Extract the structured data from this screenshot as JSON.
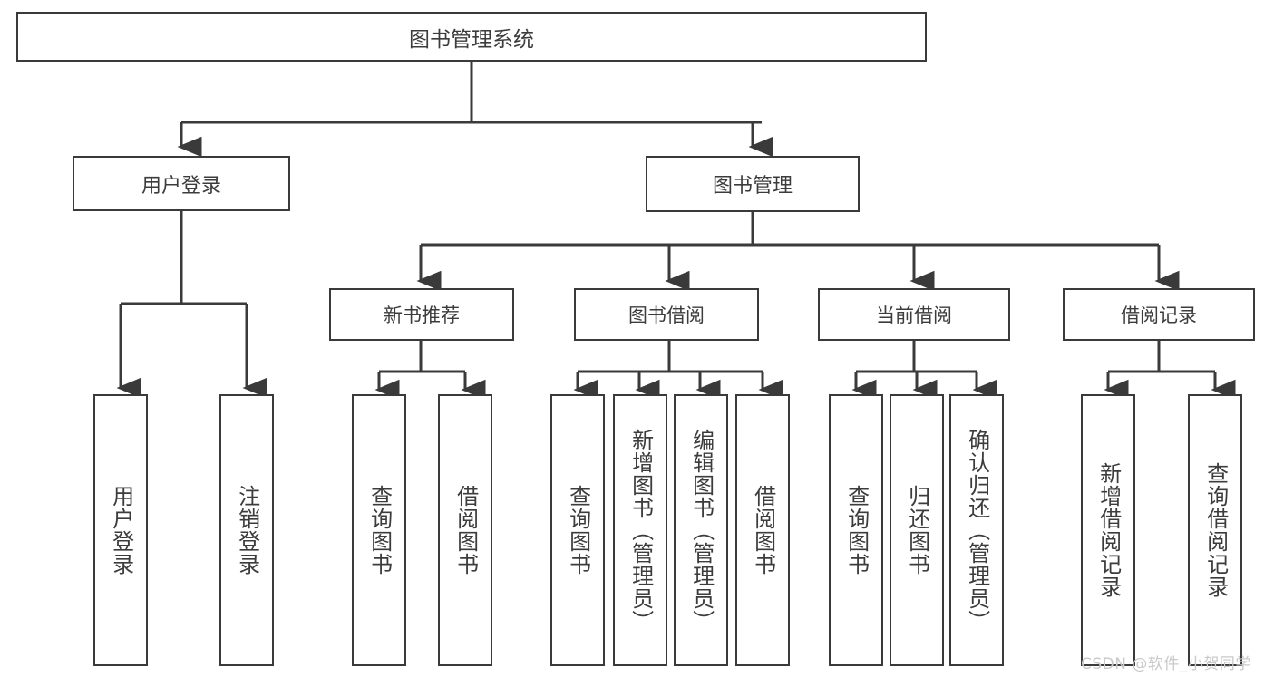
{
  "diagram": {
    "title": "图书管理系统",
    "type": "hierarchical-function-tree",
    "line_color": "#3a3a3a",
    "text_color": "#3c3c3c",
    "background": "#ffffff",
    "root": {
      "id": "root",
      "label": "图书管理系统"
    },
    "level1": [
      {
        "id": "user-login",
        "label": "用户登录"
      },
      {
        "id": "book-manage",
        "label": "图书管理"
      }
    ],
    "level2": [
      {
        "id": "new-book-rec",
        "label": "新书推荐",
        "parent": "book-manage"
      },
      {
        "id": "book-borrow",
        "label": "图书借阅",
        "parent": "book-manage"
      },
      {
        "id": "current-borrow",
        "label": "当前借阅",
        "parent": "book-manage"
      },
      {
        "id": "borrow-record",
        "label": "借阅记录",
        "parent": "book-manage"
      }
    ],
    "leaves": [
      {
        "id": "leaf-user-login",
        "label": "用户登录",
        "parent": "user-login"
      },
      {
        "id": "leaf-logout",
        "label": "注销登录",
        "parent": "user-login"
      },
      {
        "id": "leaf-query-book-1",
        "label": "查询图书",
        "parent": "new-book-rec"
      },
      {
        "id": "leaf-borrow-book-1",
        "label": "借阅图书",
        "parent": "new-book-rec"
      },
      {
        "id": "leaf-query-book-2",
        "label": "查询图书",
        "parent": "book-borrow"
      },
      {
        "id": "leaf-add-book",
        "label": "新增图书（管理员）",
        "parent": "book-borrow"
      },
      {
        "id": "leaf-edit-book",
        "label": "编辑图书（管理员）",
        "parent": "book-borrow"
      },
      {
        "id": "leaf-borrow-book-2",
        "label": "借阅图书",
        "parent": "book-borrow"
      },
      {
        "id": "leaf-query-book-3",
        "label": "查询图书",
        "parent": "current-borrow"
      },
      {
        "id": "leaf-return-book",
        "label": "归还图书",
        "parent": "current-borrow"
      },
      {
        "id": "leaf-confirm-return",
        "label": "确认归还（管理员）",
        "parent": "current-borrow"
      },
      {
        "id": "leaf-add-record",
        "label": "新增借阅记录",
        "parent": "borrow-record"
      },
      {
        "id": "leaf-query-record",
        "label": "查询借阅记录",
        "parent": "borrow-record"
      }
    ]
  },
  "watermark": {
    "text": "CSDN @软件_小贺同学"
  }
}
